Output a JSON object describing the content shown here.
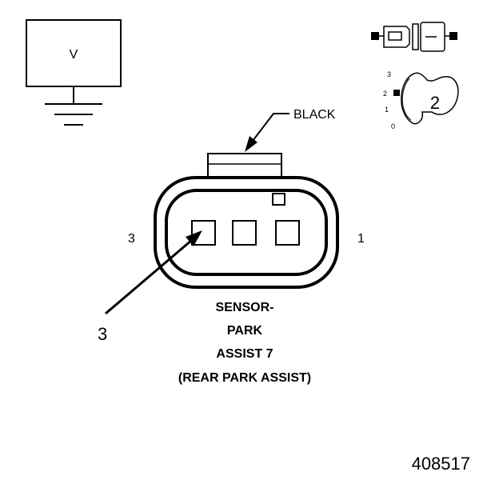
{
  "meter": {
    "display_symbol": "V"
  },
  "selector_switch": {
    "positions": [
      "3",
      "2",
      "1",
      "0"
    ],
    "selected_number": "2"
  },
  "connector": {
    "color_label": "BLACK",
    "pin_left_label": "3",
    "pin_right_label": "1",
    "probe_callout": "3",
    "name_lines": [
      "SENSOR-",
      "PARK",
      "ASSIST 7",
      "(REAR PARK ASSIST)"
    ]
  },
  "figure_number": "408517"
}
